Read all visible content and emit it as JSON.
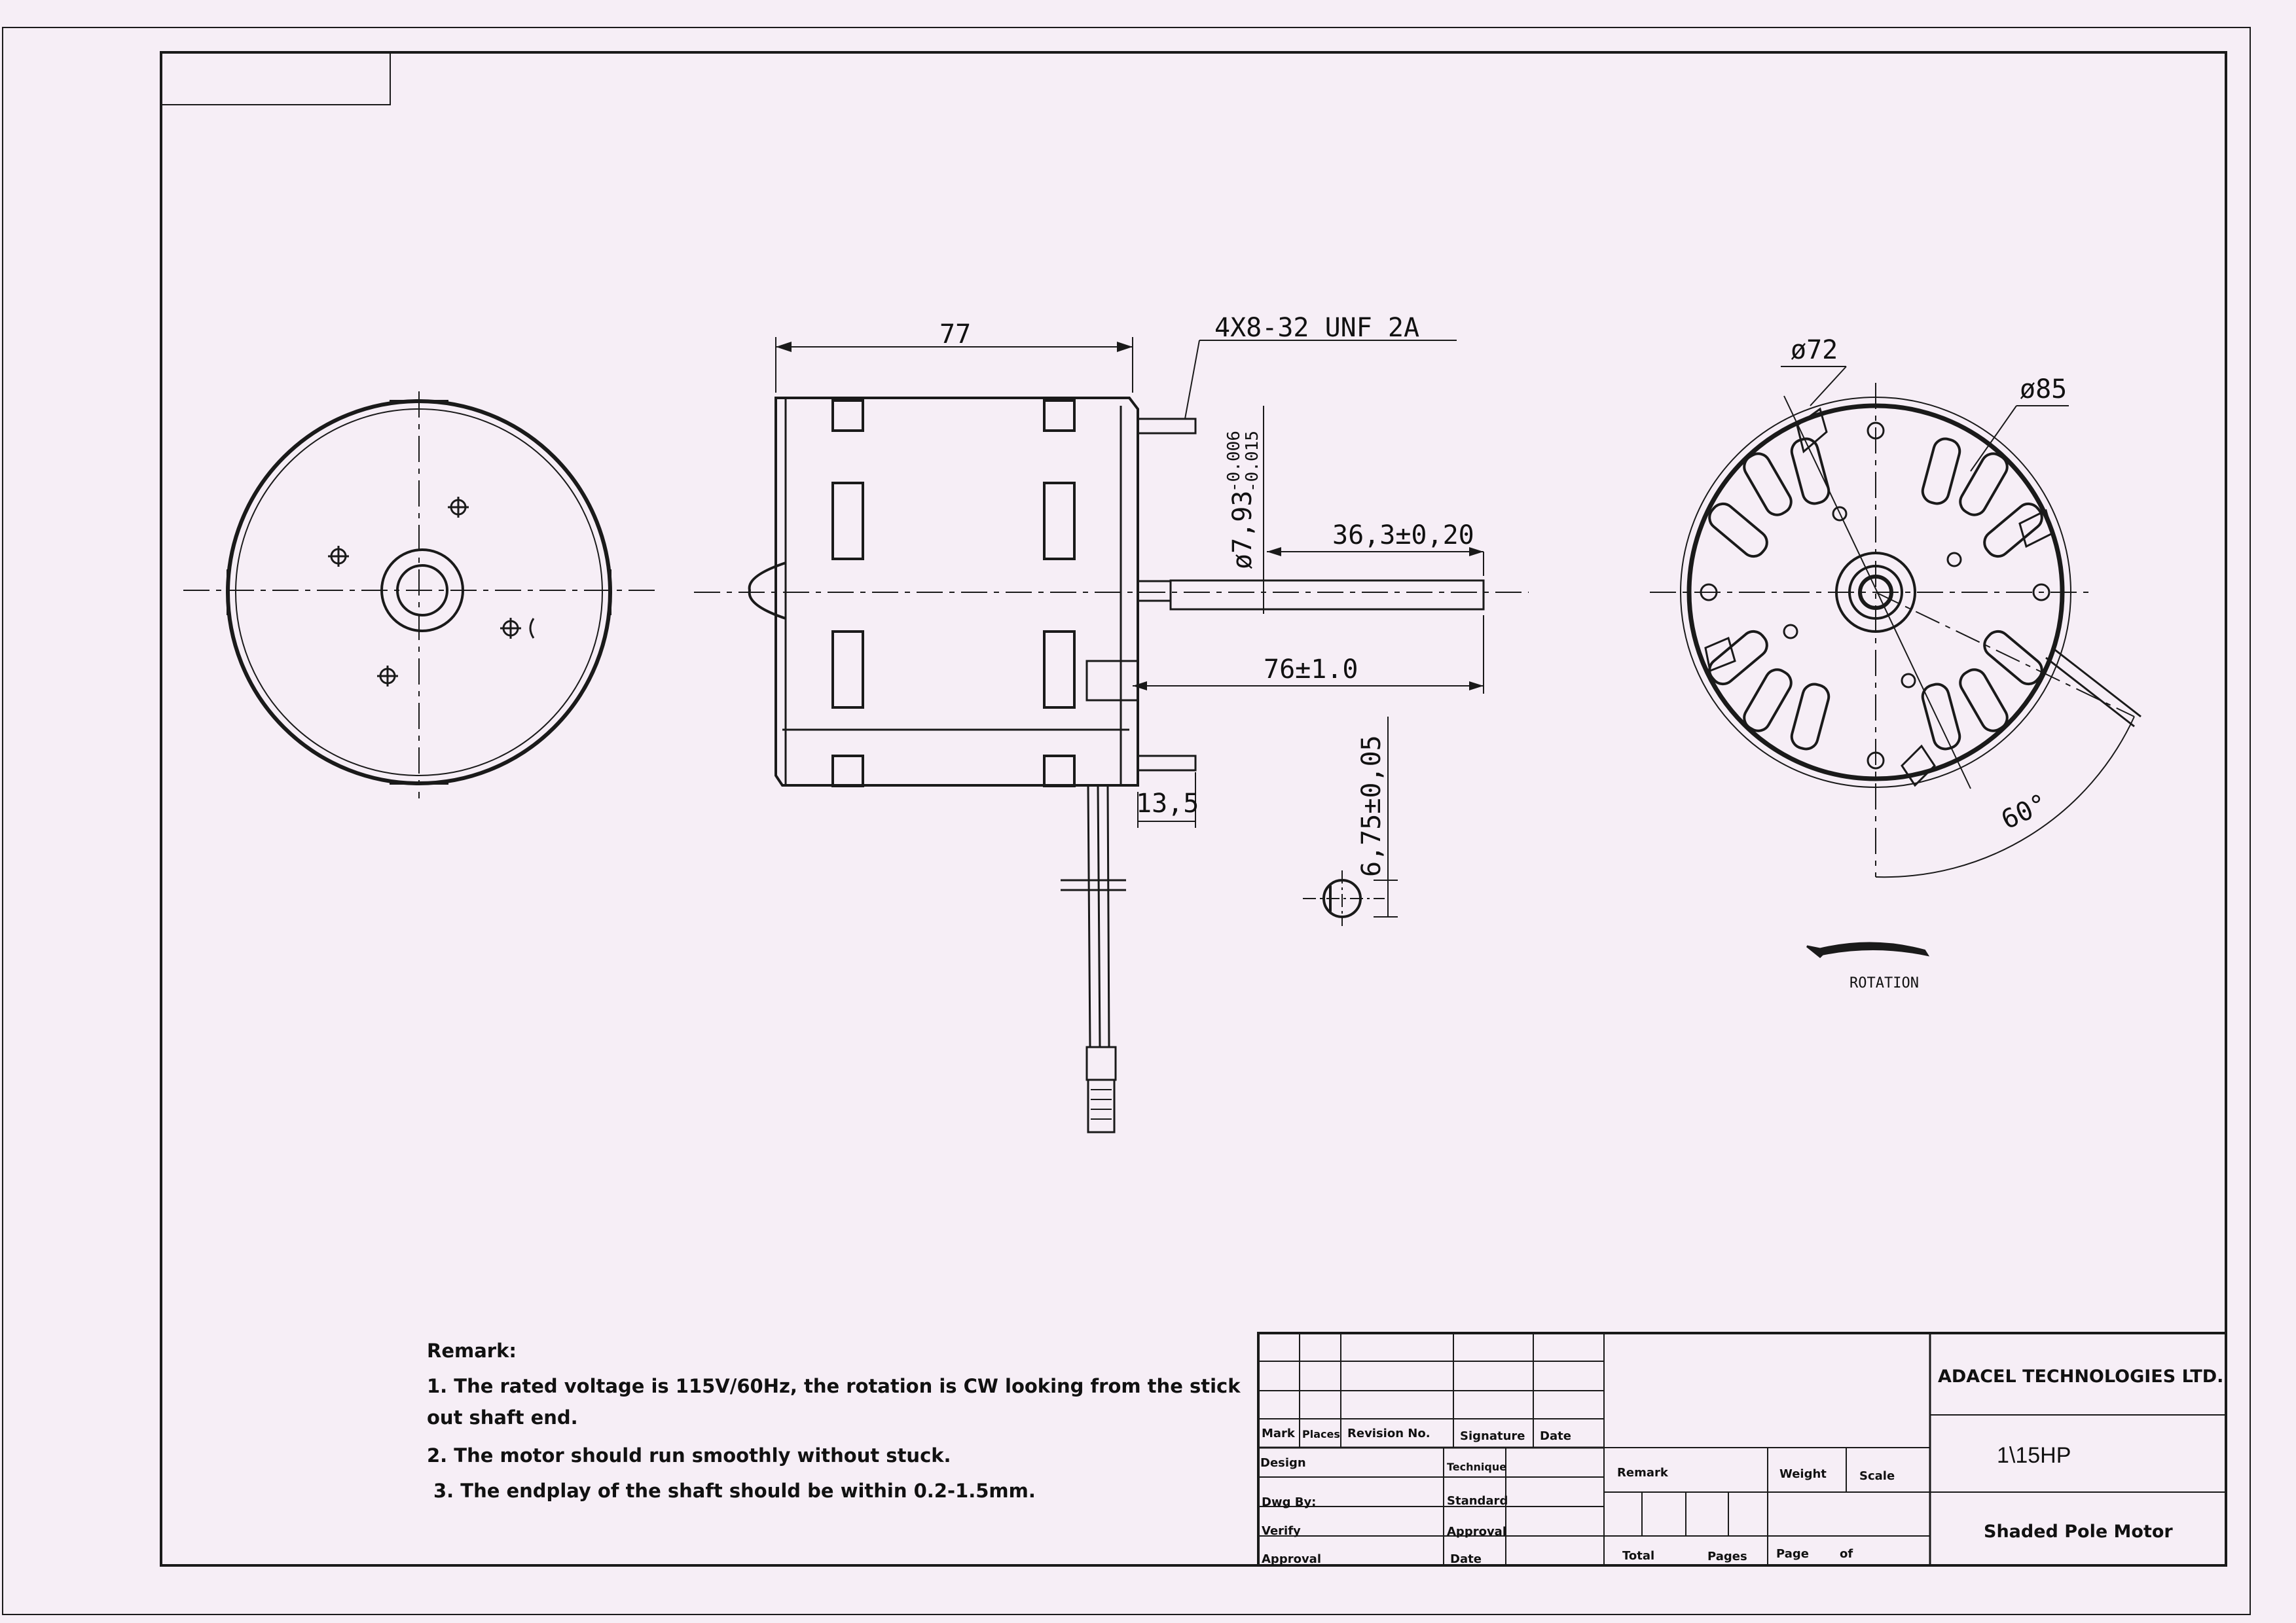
{
  "dimensions": {
    "length": "77",
    "thread": "4X8-32 UNF 2A",
    "shaft_dia": "ø7,93",
    "shaft_tol_upper": "-0.006",
    "shaft_tol_lower": "-0.015",
    "shaft_extension": "36,3±0,20",
    "shaft_length": "76±1.0",
    "stud_length": "13,5",
    "flat": "6,75±0,05",
    "dia_inner": "ø72",
    "dia_outer": "ø85",
    "angle": "60°"
  },
  "rotation_label": "ROTATION",
  "remark": {
    "title": "Remark:",
    "line1": "1. The rated voltage is 115V/60Hz, the rotation is CW looking from the stick",
    "line1b": "out shaft end.",
    "line2": "2. The motor should run smoothly without stuck.",
    "line3": "3. The endplay of the shaft should be within 0.2-1.5mm."
  },
  "title_block": {
    "mark": "Mark",
    "places": "Places",
    "revision_no": "Revision No.",
    "signature": "Signature",
    "date_header": "Date",
    "design": "Design",
    "technique": "Technique",
    "dwg_by": "Dwg By:",
    "standard": "Standard",
    "verify": "Verify",
    "approval_right": "Approval",
    "approval_left": "Approval",
    "date_bottom": "Date",
    "remark": "Remark",
    "weight": "Weight",
    "scale": "Scale",
    "total": "Total",
    "pages": "Pages",
    "page": "Page",
    "of": "of",
    "company": "ADACEL TECHNOLOGIES LTD.",
    "power": "1\\15HP",
    "product": "Shaded Pole Motor"
  },
  "colors": {
    "paper": "#f6eef6",
    "ink": "#1a1a1a"
  }
}
